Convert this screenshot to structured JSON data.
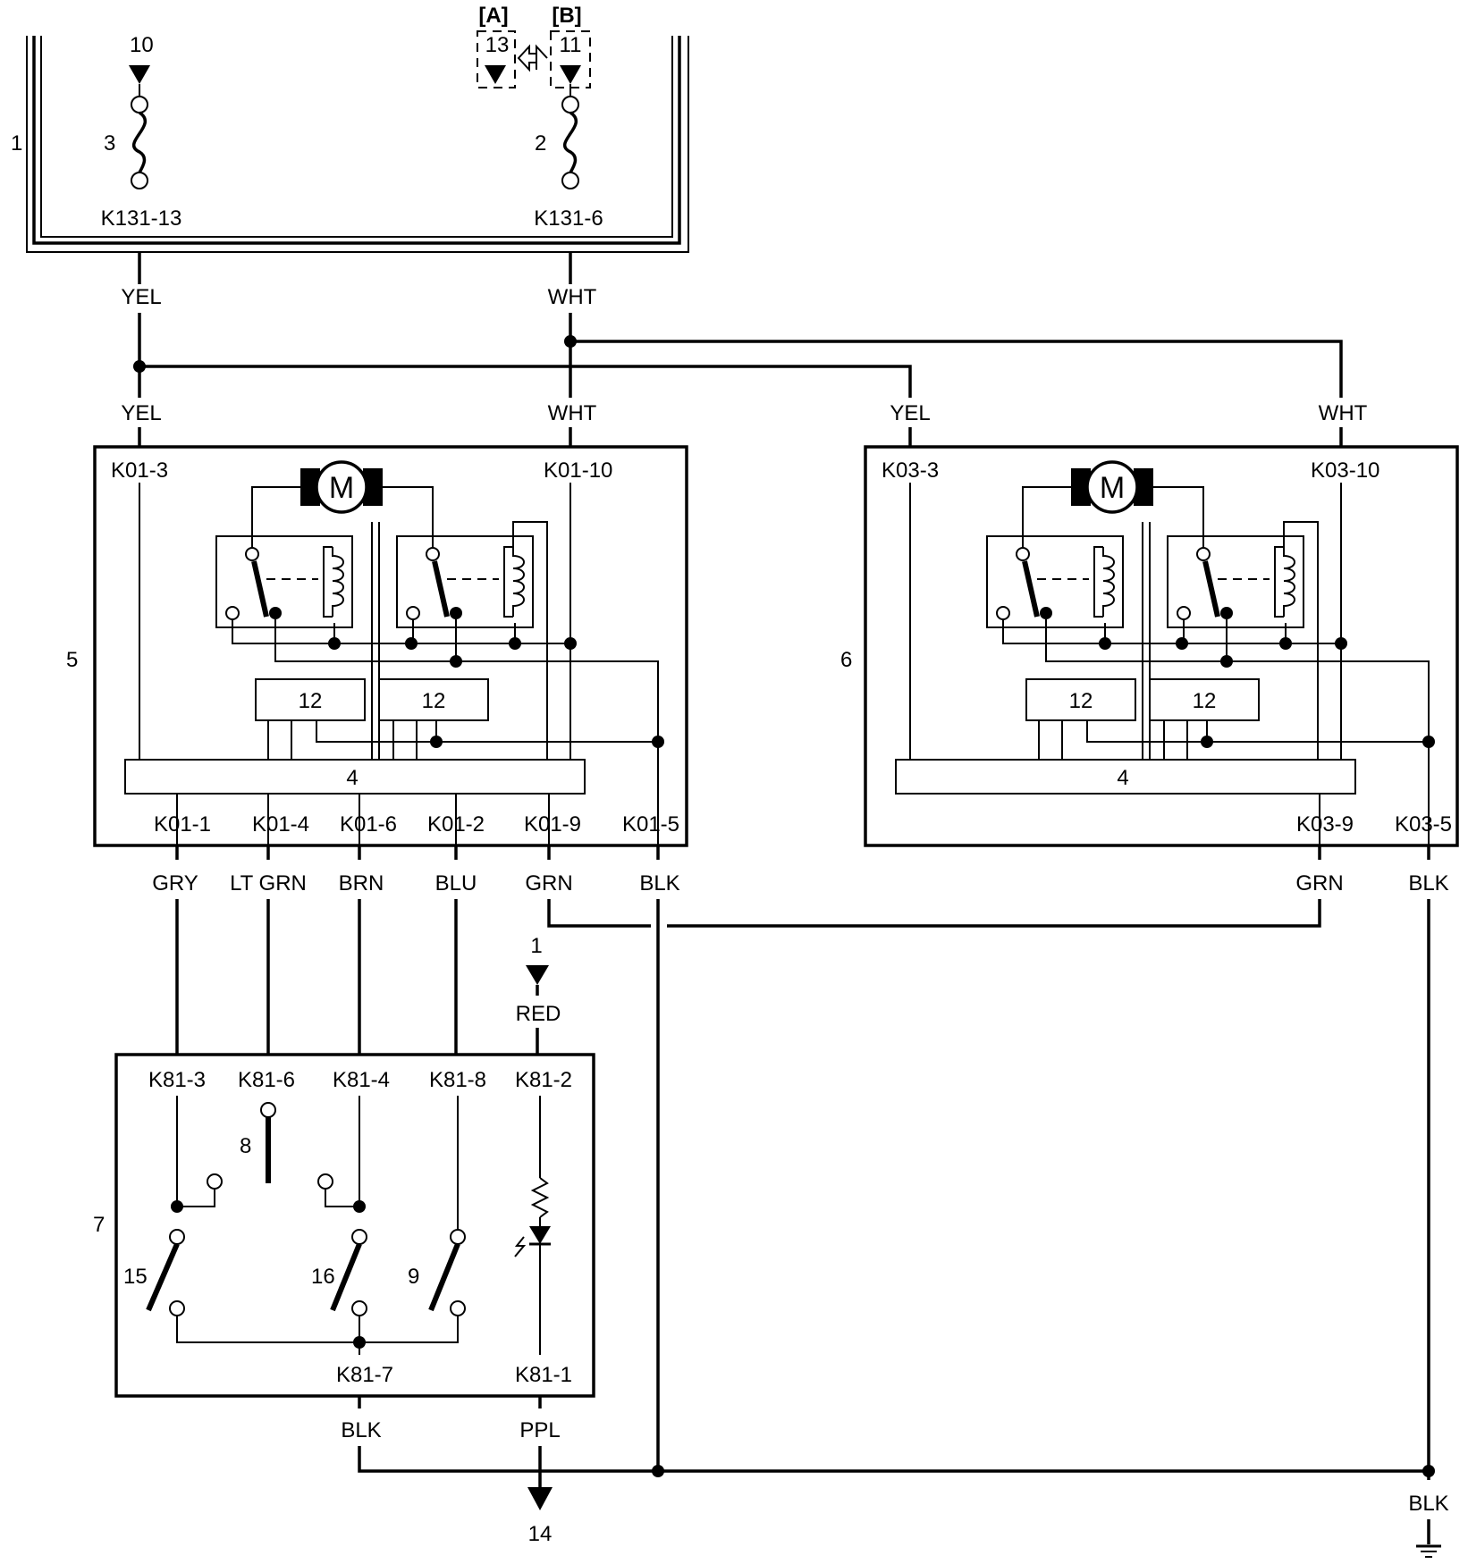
{
  "references": {
    "r1": "1",
    "r2": "2",
    "r3": "3",
    "r4a": "4",
    "r4b": "4",
    "r5": "5",
    "r6": "6",
    "r7": "7",
    "r8": "8",
    "r9": "9",
    "r10": "10",
    "r11": "11",
    "r12a": "12",
    "r12b": "12",
    "r12c": "12",
    "r12d": "12",
    "r13": "13",
    "r14": "14",
    "r15": "15",
    "r16": "16",
    "feed1": "1"
  },
  "variants": {
    "a": "[A]",
    "b": "[B]"
  },
  "connectors": {
    "k131_13": "K131-13",
    "k131_6": "K131-6",
    "k01_3": "K01-3",
    "k01_10": "K01-10",
    "k01_1": "K01-1",
    "k01_4": "K01-4",
    "k01_6": "K01-6",
    "k01_2": "K01-2",
    "k01_9": "K01-9",
    "k01_5": "K01-5",
    "k03_3": "K03-3",
    "k03_10": "K03-10",
    "k03_9": "K03-9",
    "k03_5": "K03-5",
    "k81_3": "K81-3",
    "k81_6": "K81-6",
    "k81_4": "K81-4",
    "k81_8": "K81-8",
    "k81_2": "K81-2",
    "k81_7": "K81-7",
    "k81_1": "K81-1"
  },
  "wires": {
    "yel_top": "YEL",
    "wht_top": "WHT",
    "yel_k01": "YEL",
    "wht_k01": "WHT",
    "yel_k03": "YEL",
    "wht_k03": "WHT",
    "gry": "GRY",
    "ltgrn": "LT GRN",
    "brn": "BRN",
    "blu": "BLU",
    "grn_k01": "GRN",
    "blk_k01": "BLK",
    "grn_k03": "GRN",
    "blk_k03": "BLK",
    "red": "RED",
    "blk_k81": "BLK",
    "ppl": "PPL",
    "blk_gnd": "BLK"
  },
  "motor": {
    "symbol": "M"
  }
}
